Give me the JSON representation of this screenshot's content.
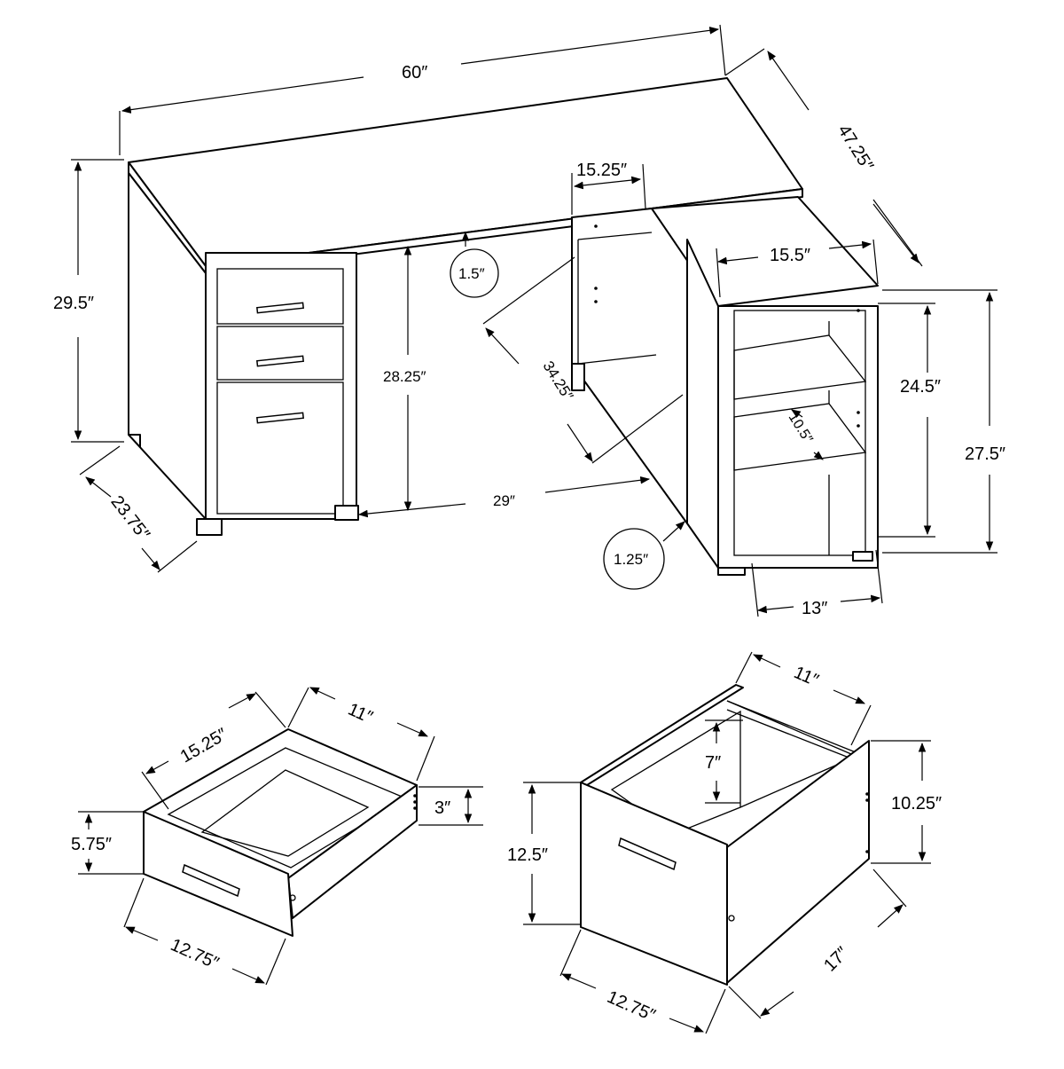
{
  "colors": {
    "ink": "#000000",
    "paper": "#ffffff"
  },
  "desk": {
    "width": "60″",
    "depth": "47.25″",
    "height": "29.5″",
    "pedestal_depth": "23.75″",
    "top_thickness": "1.5″",
    "knee_height": "28.25″",
    "knee_width": "29″",
    "return_depth": "34.25″",
    "return_width": "15.25″",
    "bookcase_top": "15.5″",
    "shelf_opening": "24.5″",
    "bookcase_height": "27.5″",
    "shelf_spacing": "10.5″",
    "base_gap": "1.25″",
    "bookcase_width": "13″"
  },
  "small_drawer": {
    "length": "15.25″",
    "width": "11″",
    "side_height": "3″",
    "front_height": "5.75″",
    "front_width": "12.75″"
  },
  "file_drawer": {
    "width": "11″",
    "inner_height": "7″",
    "back_height": "10.25″",
    "front_height": "12.5″",
    "front_width": "12.75″",
    "depth": "17″"
  }
}
